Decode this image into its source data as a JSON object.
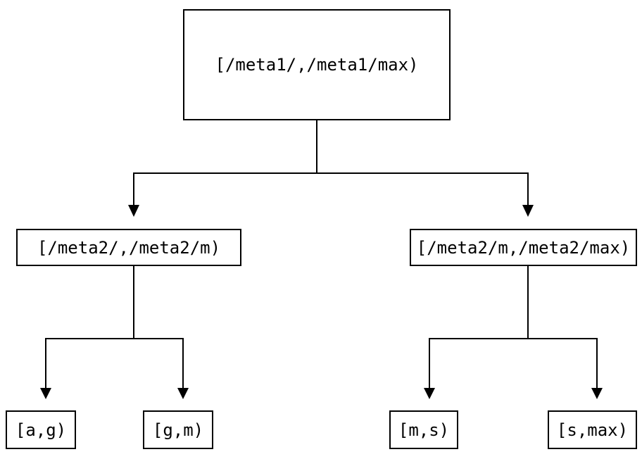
{
  "diagram": {
    "kind": "binary-interval-tree",
    "colors": {
      "background": "#ffffff",
      "line": "#000000",
      "text": "#000000"
    },
    "nodes": {
      "root": {
        "label": "[/meta1/,/meta1/max)"
      },
      "left": {
        "label": "[/meta2/,/meta2/m)"
      },
      "right": {
        "label": "[/meta2/m,/meta2/max)"
      },
      "leaf_ag": {
        "label": "[a,g)"
      },
      "leaf_gm": {
        "label": "[g,m)"
      },
      "leaf_ms": {
        "label": "[m,s)"
      },
      "leaf_smax": {
        "label": "[s,max)"
      }
    },
    "edges": [
      {
        "from": "root",
        "to": "left"
      },
      {
        "from": "root",
        "to": "right"
      },
      {
        "from": "left",
        "to": "leaf_ag"
      },
      {
        "from": "left",
        "to": "leaf_gm"
      },
      {
        "from": "right",
        "to": "leaf_ms"
      },
      {
        "from": "right",
        "to": "leaf_smax"
      }
    ]
  }
}
